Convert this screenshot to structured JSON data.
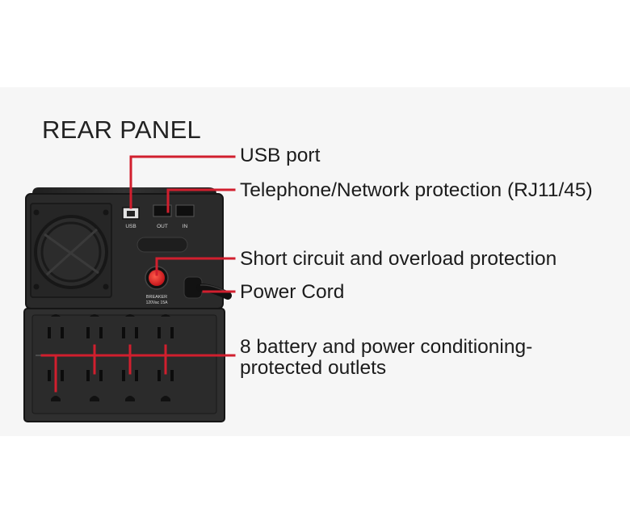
{
  "diagram": {
    "title": "REAR PANEL",
    "callouts": {
      "usb": "USB port",
      "telephone": "Telephone/Network protection (RJ11/45)",
      "short_circuit": "Short circuit and overload protection",
      "power_cord": "Power Cord",
      "outlets_line1": "8 battery and power conditioning-",
      "outlets_line2": "protected outlets"
    },
    "panel_labels": {
      "usb": "USB",
      "out": "OUT",
      "in": "IN",
      "breaker": "BREAKER",
      "breaker_rating": "120Vac 15A"
    }
  },
  "colors": {
    "leader": "#d11f2e",
    "body": "#2b2b2b",
    "body_dark": "#1c1c1c"
  }
}
